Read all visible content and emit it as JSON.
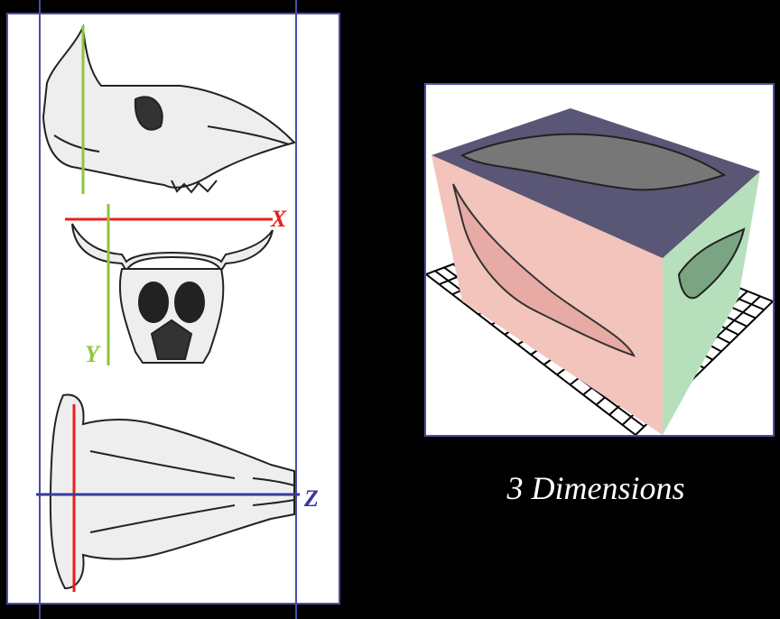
{
  "axes": {
    "x": {
      "label": "X",
      "color": "#e8201b"
    },
    "y": {
      "label": "Y",
      "color": "#8dc63f"
    },
    "z": {
      "label": "Z",
      "color": "#3a3a9e"
    }
  },
  "views": [
    "side-view-skull",
    "front-view-skull",
    "top-view-skull"
  ],
  "cube": {
    "top_face_color": "#5a5676",
    "left_face_color": "#f2c4bc",
    "right_face_color": "#b6e0bc"
  },
  "caption": "3 Dimensions",
  "frame_color": "#4b4ea6"
}
